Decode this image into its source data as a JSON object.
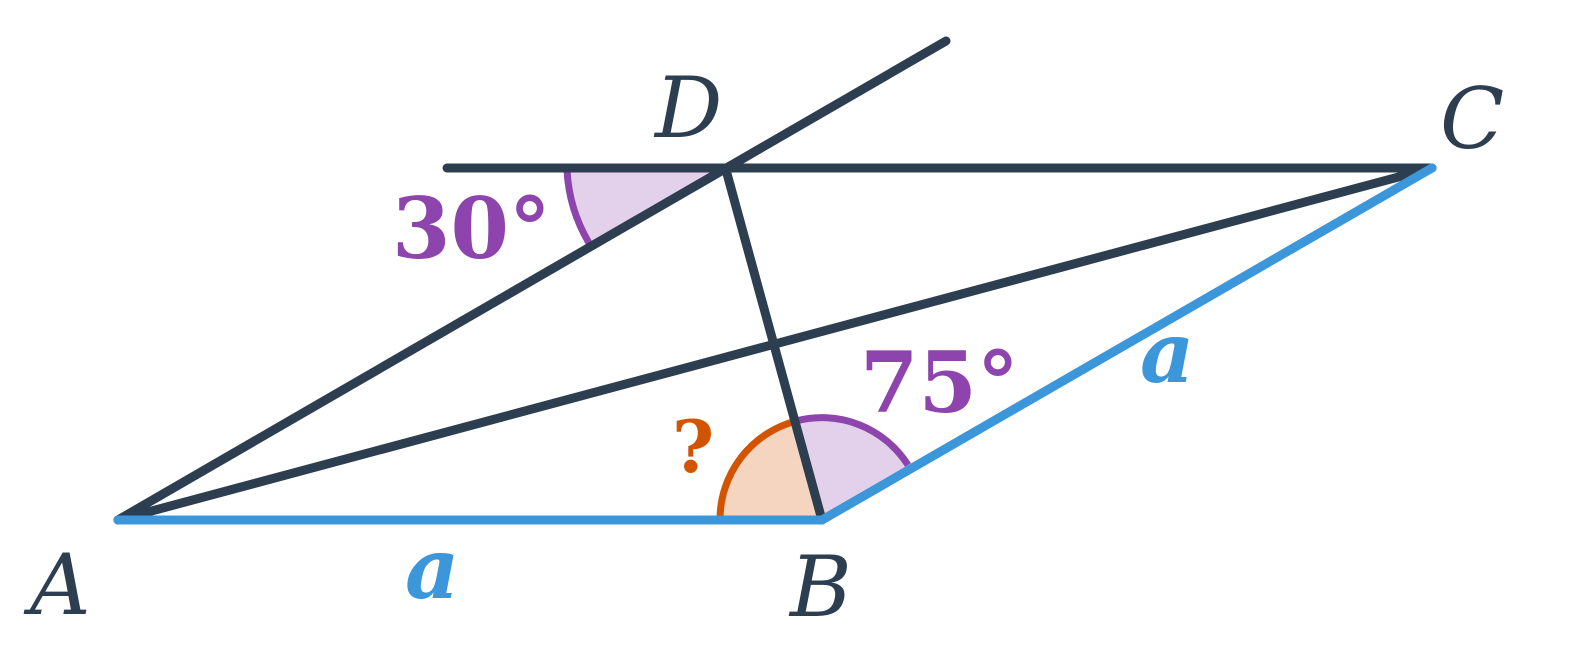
{
  "points": {
    "A": "A",
    "B": "B",
    "C": "C",
    "D": "D"
  },
  "sides": {
    "AB": "a",
    "BC": "a"
  },
  "angles": {
    "at_D": "30°",
    "at_B": "75°",
    "unknown": "?"
  },
  "colors": {
    "line": "#2c3e50",
    "equal_sides": "#3b97da",
    "given_angle_fill": "#e3d0eb",
    "given_angle_stroke": "#8e44ad",
    "unknown_angle_fill": "#f5d5bf",
    "unknown_angle_stroke": "#d35400"
  }
}
